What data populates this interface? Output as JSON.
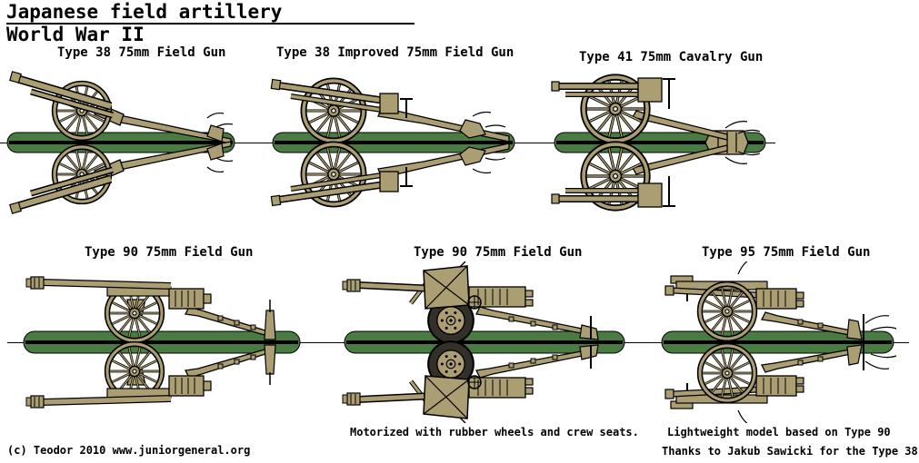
{
  "page": {
    "title": "Japanese field artillery",
    "subtitle": "World War II",
    "footer_copyright": "(c) Teodor 2010 www.juniorgeneral.org",
    "footer_credit": "Thanks to Jakub Sawicki for the Type 38"
  },
  "colors": {
    "gun_tan": "#AC9E73",
    "base_green": "#4A7B43",
    "tire_dark": "#33302A",
    "outline": "#000000",
    "background": "#FFFFFF"
  },
  "figures": [
    {
      "label": "Type 38 75mm Field Gun",
      "note": ""
    },
    {
      "label": "Type 38 Improved 75mm Field Gun",
      "note": ""
    },
    {
      "label": "Type 41 75mm Cavalry Gun",
      "note": ""
    },
    {
      "label": "Type 90 75mm Field Gun",
      "note": ""
    },
    {
      "label": "Type 90 75mm Field Gun",
      "note": "Motorized with rubber wheels and crew seats."
    },
    {
      "label": "Type 95 75mm Field Gun",
      "note": "Lightweight model based on Type 90"
    }
  ]
}
